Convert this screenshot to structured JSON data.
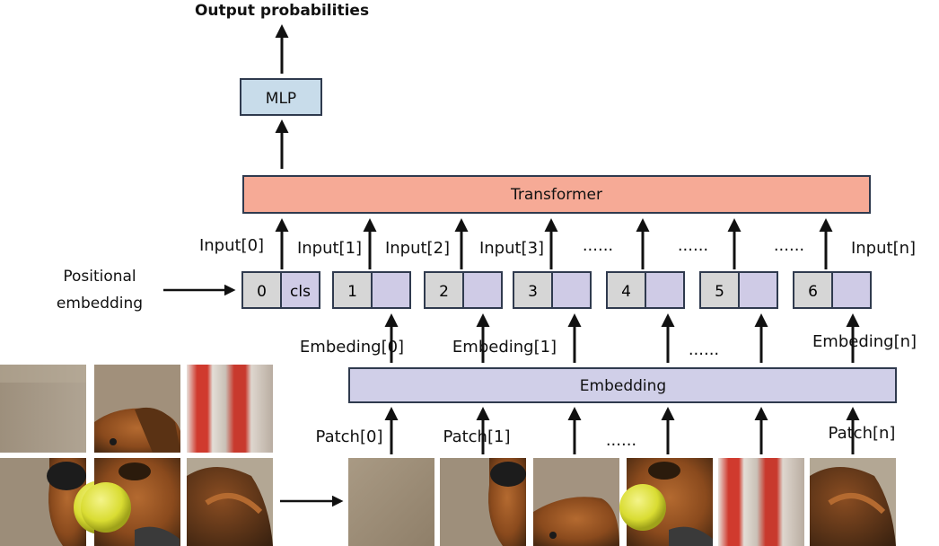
{
  "title": "Output probabilities",
  "mlp_label": "MLP",
  "transformer_label": "Transformer",
  "embedding_label": "Embedding",
  "positional_label": [
    "Positional",
    "embedding"
  ],
  "colors": {
    "mlp_fill": "#c8dcea",
    "transformer_fill": "#f6aa96",
    "embedding_fill": "#d0cfe8",
    "index_fill": "#d6d6d6",
    "slot_fill": "#cfcbe6",
    "stroke": "#2f3a4e"
  },
  "tokens": [
    {
      "index": "0",
      "slot": "cls"
    },
    {
      "index": "1",
      "slot": ""
    },
    {
      "index": "2",
      "slot": ""
    },
    {
      "index": "3",
      "slot": ""
    },
    {
      "index": "4",
      "slot": ""
    },
    {
      "index": "5",
      "slot": ""
    },
    {
      "index": "6",
      "slot": ""
    }
  ],
  "input_labels": [
    "Input[0]",
    "Input[1]",
    "Input[2]",
    "Input[3]",
    "......",
    "......",
    "......",
    "Input[n]"
  ],
  "embedding_labels": [
    "Embeding[0]",
    "Embeding[1]",
    "......",
    "Embeding[n]"
  ],
  "patch_labels": [
    "Patch[0]",
    "Patch[1]",
    "......",
    "Patch[n]"
  ],
  "image": {
    "grid_cells": [
      "wall-top-left",
      "dog-ear",
      "red-stripes",
      "dog-nose-ball",
      "dog-face",
      "dog-fur"
    ],
    "patch_strip": [
      "wall-patch",
      "dog-nose-patch",
      "dog-ear-patch",
      "ball-patch",
      "stripes-patch",
      "fur-patch"
    ]
  }
}
